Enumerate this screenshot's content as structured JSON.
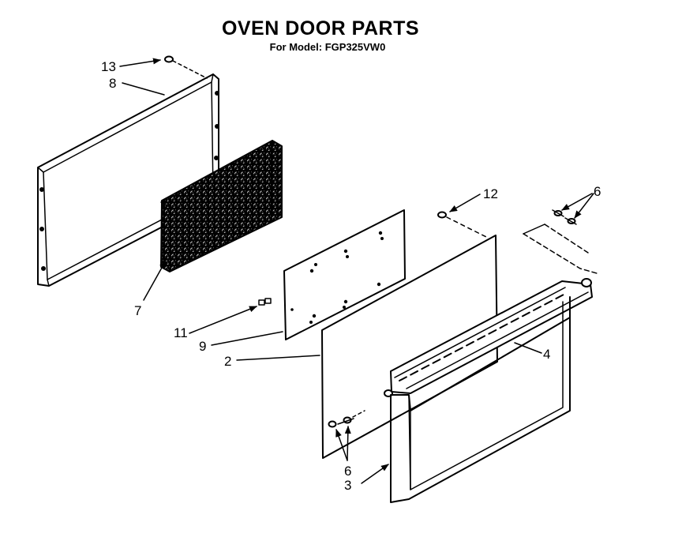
{
  "header": {
    "title": "OVEN DOOR PARTS",
    "model_line": "For Model: FGP325VW0"
  },
  "callouts": {
    "c13": "13",
    "c8": "8",
    "c7": "7",
    "c11": "11",
    "c9": "9",
    "c2": "2",
    "c12": "12",
    "c6_top": "6",
    "c4": "4",
    "c6_bottom": "6",
    "c3": "3"
  }
}
